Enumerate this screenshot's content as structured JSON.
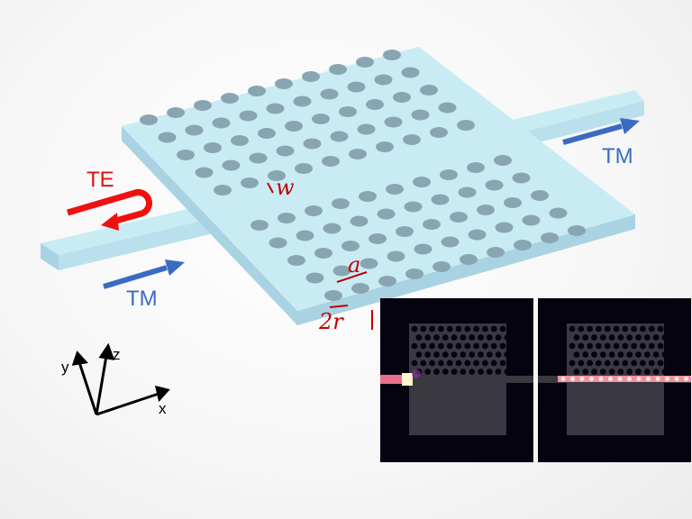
{
  "labels": {
    "te": "TE",
    "tm_in": "TM",
    "tm_out": "TM",
    "w": "w",
    "a": "a",
    "two_r": "2r"
  },
  "axes": {
    "x": "x",
    "y": "y",
    "z": "z"
  },
  "colors": {
    "slab": "#c9ecf4",
    "slab_side": "#a9d3e2",
    "hole": "#8aa5b2",
    "tm_arrow": "#3a6bc4",
    "te_arrow": "#f01010",
    "dimension": "#c00000",
    "panel_bg": "#050310",
    "field": "#ff9ac0"
  },
  "insets": [
    {
      "name": "te-field-panel",
      "mode": "TE"
    },
    {
      "name": "tm-field-panel",
      "mode": "TM"
    }
  ]
}
